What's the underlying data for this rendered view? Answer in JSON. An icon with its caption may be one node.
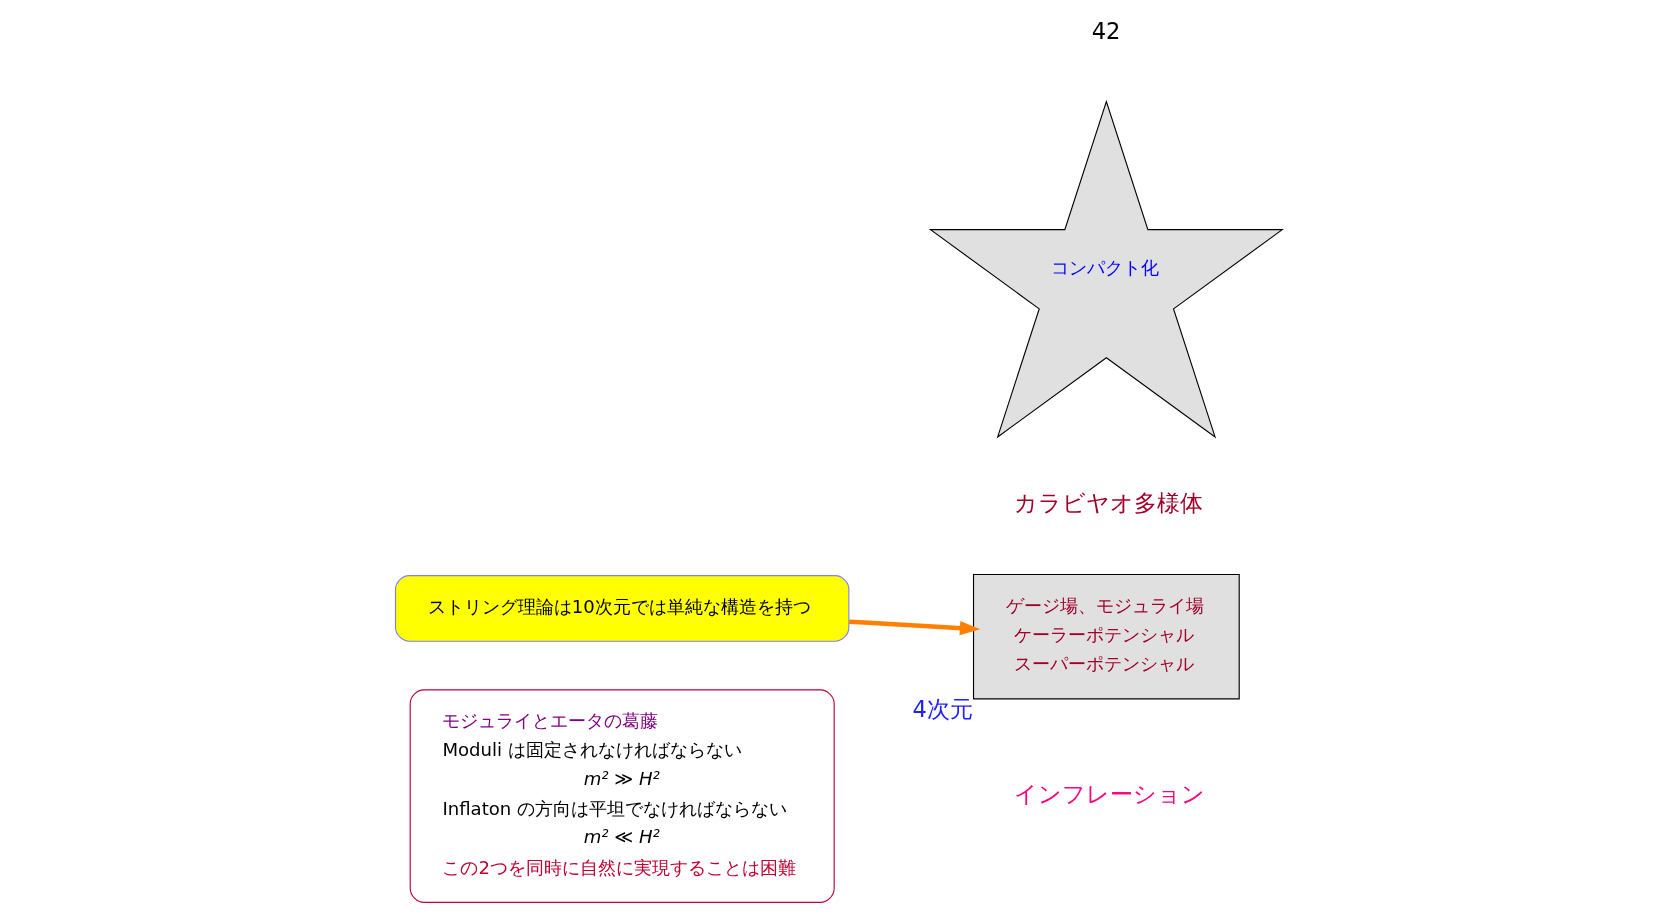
{
  "diagram": {
    "nodes": [
      {
        "text": [
          "ストリング理論は10次元では単純な構造を持つ"
        ]
      },
      {
        "text": [
          "コンパクト化"
        ]
      },
      {
        "text": [
          "ゲージ場、モジュライ場",
          "ケーラーポテンシャル",
          "スーパーポテンシャル"
        ],
        "beside": [
          "4次元"
        ]
      },
      {
        "text": [
          "モジュライとエータの葛藤",
          "Moduli は固定されなければならない",
          "m² ≫ H²",
          "Inflaton の方向は平坦でなければならない",
          "m² ≪ H²",
          "この2つを同時に自然に実現することは困難"
        ]
      }
    ],
    "edges": [
      {
        "from": 0,
        "to": 2,
        "arrow": "to",
        "color": "#ff8000"
      }
    ],
    "labels": [
      "カラビヤオ多様体",
      "インフレーション",
      "42"
    ]
  }
}
